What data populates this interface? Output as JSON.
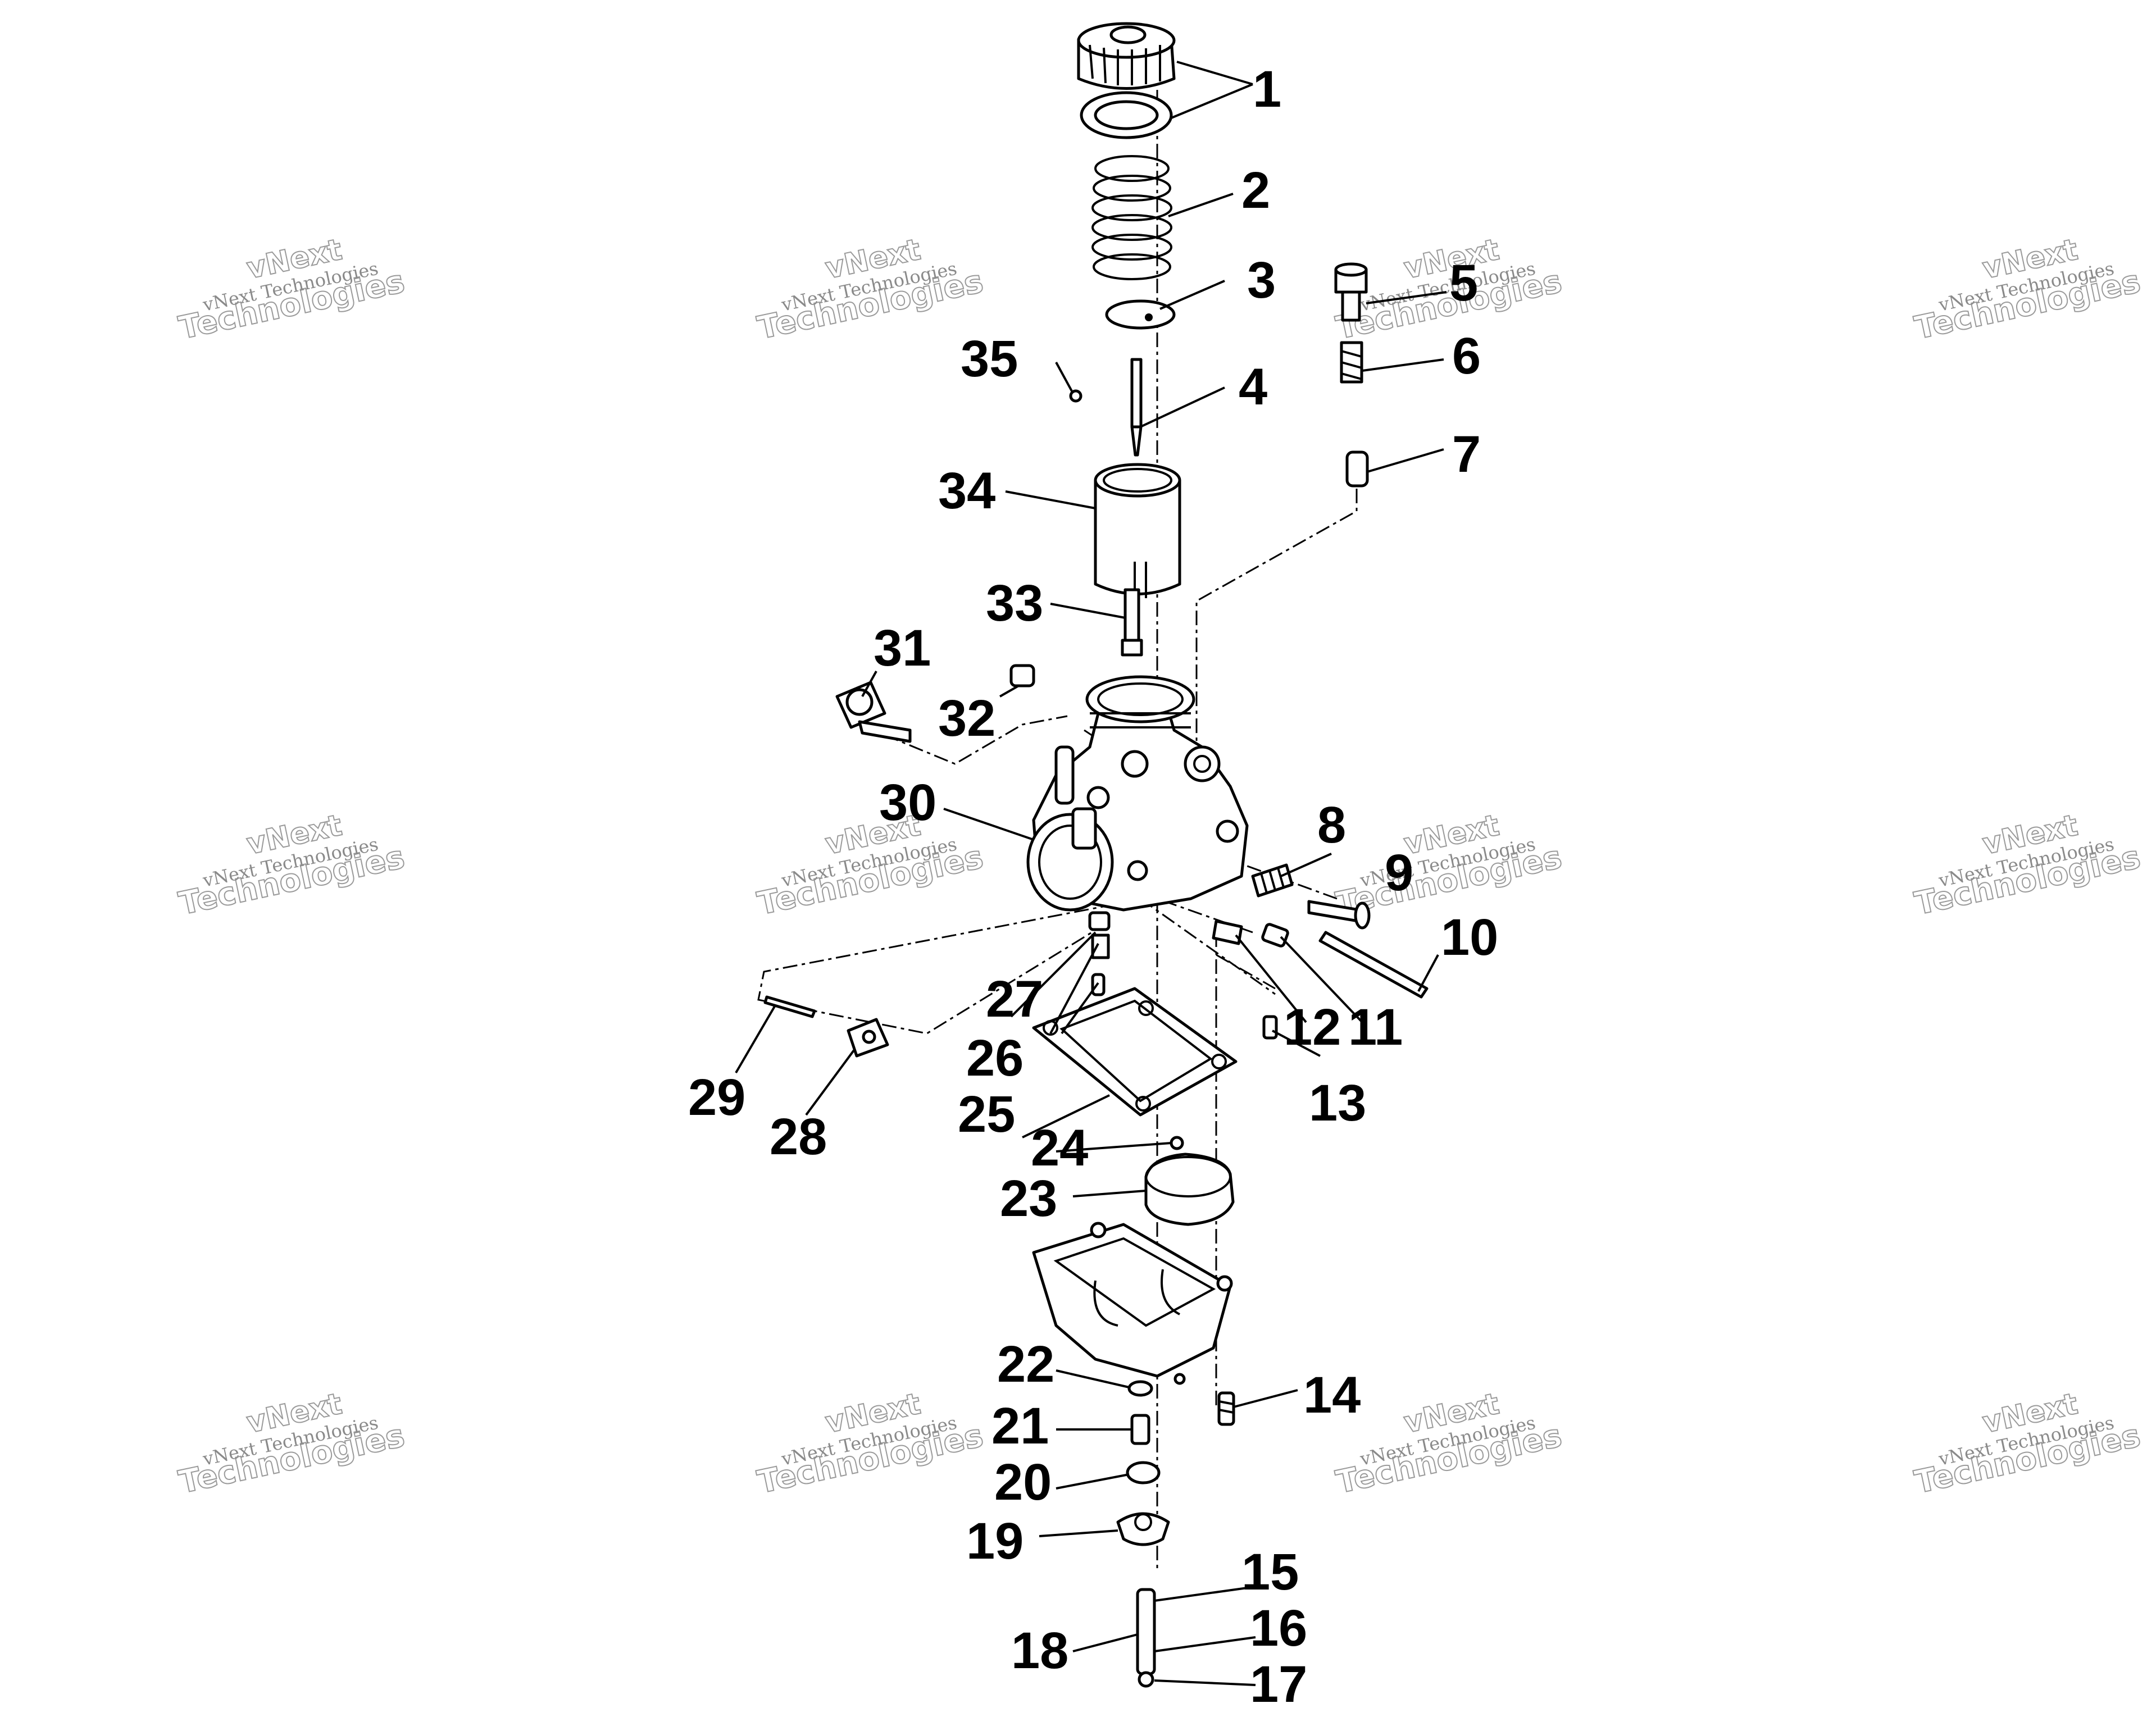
{
  "diagram": {
    "callouts": [
      "1",
      "2",
      "3",
      "4",
      "5",
      "6",
      "7",
      "8",
      "9",
      "10",
      "11",
      "12",
      "13",
      "14",
      "15",
      "16",
      "17",
      "18",
      "19",
      "20",
      "21",
      "22",
      "23",
      "24",
      "25",
      "26",
      "27",
      "28",
      "29",
      "30",
      "31",
      "32",
      "33",
      "34",
      "35"
    ]
  },
  "watermark": {
    "line1": "vNext Technologies",
    "line2": "vNext",
    "line3": "Technologies"
  }
}
